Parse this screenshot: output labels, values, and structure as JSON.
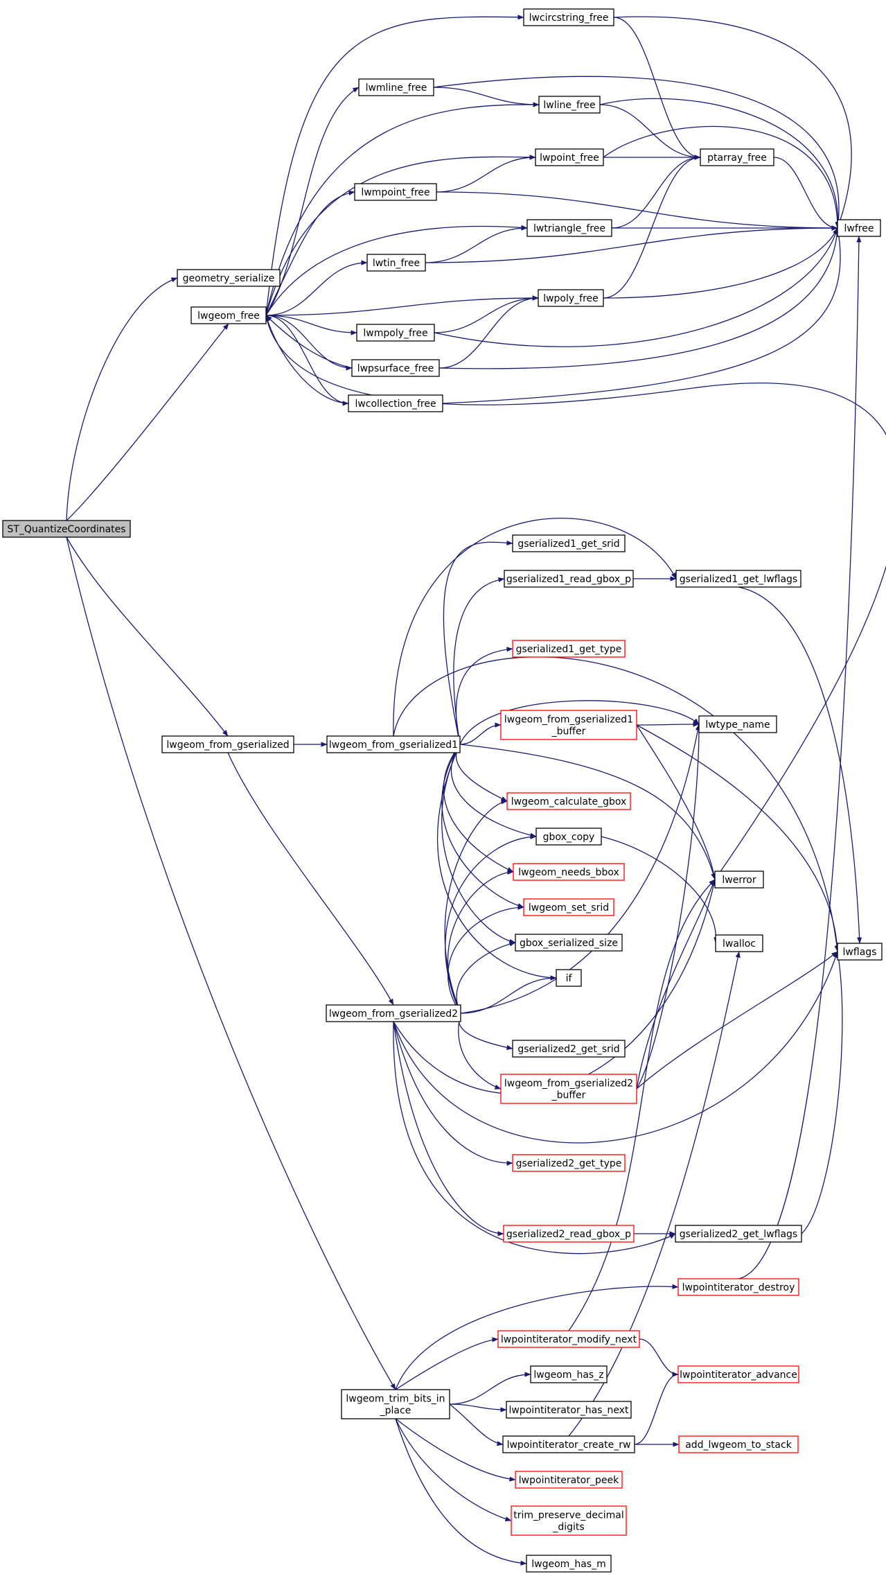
{
  "colors": {
    "edge": "#191970",
    "node_border": "#000000",
    "node_border_incomplete": "#ff0000",
    "root_fill": "#bfbfbf",
    "node_fill": "#ffffff"
  },
  "graph": {
    "nodes": [
      {
        "id": "ST_QuantizeCoordinates",
        "label": "ST_QuantizeCoordinates",
        "root": true
      },
      {
        "id": "geometry_serialize",
        "label": "geometry_serialize"
      },
      {
        "id": "lwgeom_free",
        "label": "lwgeom_free"
      },
      {
        "id": "lwgeom_from_gserialized",
        "label": "lwgeom_from_gserialized"
      },
      {
        "id": "lwgeom_trim_bits_in_place",
        "label": "lwgeom_trim_bits_in\n_place"
      },
      {
        "id": "lwcircstring_free",
        "label": "lwcircstring_free"
      },
      {
        "id": "lwmline_free",
        "label": "lwmline_free"
      },
      {
        "id": "lwline_free",
        "label": "lwline_free"
      },
      {
        "id": "lwpoint_free",
        "label": "lwpoint_free"
      },
      {
        "id": "ptarray_free",
        "label": "ptarray_free"
      },
      {
        "id": "lwmpoint_free",
        "label": "lwmpoint_free"
      },
      {
        "id": "lwtriangle_free",
        "label": "lwtriangle_free"
      },
      {
        "id": "lwfree",
        "label": "lwfree"
      },
      {
        "id": "lwtin_free",
        "label": "lwtin_free"
      },
      {
        "id": "lwpoly_free",
        "label": "lwpoly_free"
      },
      {
        "id": "lwmpoly_free",
        "label": "lwmpoly_free"
      },
      {
        "id": "lwpsurface_free",
        "label": "lwpsurface_free"
      },
      {
        "id": "lwcollection_free",
        "label": "lwcollection_free"
      },
      {
        "id": "gserialized1_get_srid",
        "label": "gserialized1_get_srid"
      },
      {
        "id": "gserialized1_read_gbox_p",
        "label": "gserialized1_read_gbox_p"
      },
      {
        "id": "gserialized1_get_lwflags",
        "label": "gserialized1_get_lwflags"
      },
      {
        "id": "gserialized1_get_type",
        "label": "gserialized1_get_type",
        "incomplete": true
      },
      {
        "id": "lwgeom_from_gserialized1",
        "label": "lwgeom_from_gserialized1"
      },
      {
        "id": "lwgeom_from_gserialized1_buffer",
        "label": "lwgeom_from_gserialized1\n_buffer",
        "incomplete": true
      },
      {
        "id": "lwtype_name",
        "label": "lwtype_name"
      },
      {
        "id": "lwgeom_calculate_gbox",
        "label": "lwgeom_calculate_gbox",
        "incomplete": true
      },
      {
        "id": "gbox_copy",
        "label": "gbox_copy"
      },
      {
        "id": "lwgeom_needs_bbox",
        "label": "lwgeom_needs_bbox",
        "incomplete": true
      },
      {
        "id": "lwerror",
        "label": "lwerror"
      },
      {
        "id": "lwgeom_set_srid",
        "label": "lwgeom_set_srid",
        "incomplete": true
      },
      {
        "id": "lwalloc",
        "label": "lwalloc"
      },
      {
        "id": "lwflags",
        "label": "lwflags"
      },
      {
        "id": "gbox_serialized_size",
        "label": "gbox_serialized_size"
      },
      {
        "id": "if",
        "label": "if"
      },
      {
        "id": "lwgeom_from_gserialized2",
        "label": "lwgeom_from_gserialized2"
      },
      {
        "id": "gserialized2_get_srid",
        "label": "gserialized2_get_srid"
      },
      {
        "id": "lwgeom_from_gserialized2_buffer",
        "label": "lwgeom_from_gserialized2\n_buffer",
        "incomplete": true
      },
      {
        "id": "gserialized2_get_type",
        "label": "gserialized2_get_type",
        "incomplete": true
      },
      {
        "id": "gserialized2_read_gbox_p",
        "label": "gserialized2_read_gbox_p",
        "incomplete": true
      },
      {
        "id": "gserialized2_get_lwflags",
        "label": "gserialized2_get_lwflags"
      },
      {
        "id": "lwpointiterator_destroy",
        "label": "lwpointiterator_destroy",
        "incomplete": true
      },
      {
        "id": "lwpointiterator_modify_next",
        "label": "lwpointiterator_modify_next",
        "incomplete": true
      },
      {
        "id": "lwgeom_has_z",
        "label": "lwgeom_has_z"
      },
      {
        "id": "lwpointiterator_advance",
        "label": "lwpointiterator_advance",
        "incomplete": true
      },
      {
        "id": "lwpointiterator_has_next",
        "label": "lwpointiterator_has_next"
      },
      {
        "id": "lwpointiterator_create_rw",
        "label": "lwpointiterator_create_rw"
      },
      {
        "id": "add_lwgeom_to_stack",
        "label": "add_lwgeom_to_stack",
        "incomplete": true
      },
      {
        "id": "lwpointiterator_peek",
        "label": "lwpointiterator_peek",
        "incomplete": true
      },
      {
        "id": "trim_preserve_decimal_digits",
        "label": "trim_preserve_decimal\n_digits",
        "incomplete": true
      },
      {
        "id": "lwgeom_has_m",
        "label": "lwgeom_has_m"
      }
    ],
    "edges": [
      [
        "ST_QuantizeCoordinates",
        "geometry_serialize"
      ],
      [
        "ST_QuantizeCoordinates",
        "lwgeom_free"
      ],
      [
        "ST_QuantizeCoordinates",
        "lwgeom_from_gserialized"
      ],
      [
        "ST_QuantizeCoordinates",
        "lwgeom_trim_bits_in_place"
      ],
      [
        "lwgeom_free",
        "lwcircstring_free"
      ],
      [
        "lwgeom_free",
        "lwmline_free"
      ],
      [
        "lwgeom_free",
        "lwline_free"
      ],
      [
        "lwgeom_free",
        "lwpoint_free"
      ],
      [
        "lwgeom_free",
        "lwmpoint_free"
      ],
      [
        "lwgeom_free",
        "lwtriangle_free"
      ],
      [
        "lwgeom_free",
        "lwtin_free"
      ],
      [
        "lwgeom_free",
        "lwpoly_free"
      ],
      [
        "lwgeom_free",
        "lwmpoly_free"
      ],
      [
        "lwgeom_free",
        "lwpsurface_free"
      ],
      [
        "lwgeom_free",
        "lwcollection_free"
      ],
      [
        "lwgeom_free",
        "lwerror"
      ],
      [
        "lwcircstring_free",
        "ptarray_free"
      ],
      [
        "lwcircstring_free",
        "lwfree"
      ],
      [
        "lwmline_free",
        "lwline_free"
      ],
      [
        "lwmline_free",
        "lwfree"
      ],
      [
        "lwline_free",
        "ptarray_free"
      ],
      [
        "lwline_free",
        "lwfree"
      ],
      [
        "lwpoint_free",
        "ptarray_free"
      ],
      [
        "lwpoint_free",
        "lwfree"
      ],
      [
        "ptarray_free",
        "lwfree"
      ],
      [
        "lwmpoint_free",
        "lwpoint_free"
      ],
      [
        "lwmpoint_free",
        "lwfree"
      ],
      [
        "lwtriangle_free",
        "ptarray_free"
      ],
      [
        "lwtriangle_free",
        "lwfree"
      ],
      [
        "lwtin_free",
        "lwtriangle_free"
      ],
      [
        "lwtin_free",
        "lwfree"
      ],
      [
        "lwpoly_free",
        "ptarray_free"
      ],
      [
        "lwpoly_free",
        "lwfree"
      ],
      [
        "lwmpoly_free",
        "lwpoly_free"
      ],
      [
        "lwmpoly_free",
        "lwfree"
      ],
      [
        "lwpsurface_free",
        "lwpoly_free"
      ],
      [
        "lwpsurface_free",
        "lwfree"
      ],
      [
        "lwpsurface_free",
        "lwgeom_free"
      ],
      [
        "lwcollection_free",
        "lwfree"
      ],
      [
        "lwcollection_free",
        "lwgeom_free"
      ],
      [
        "lwgeom_from_gserialized",
        "lwgeom_from_gserialized1"
      ],
      [
        "lwgeom_from_gserialized",
        "lwgeom_from_gserialized2"
      ],
      [
        "lwgeom_from_gserialized1",
        "gserialized1_get_srid"
      ],
      [
        "lwgeom_from_gserialized1",
        "gserialized1_read_gbox_p"
      ],
      [
        "lwgeom_from_gserialized1",
        "gserialized1_get_lwflags"
      ],
      [
        "lwgeom_from_gserialized1",
        "gserialized1_get_type"
      ],
      [
        "lwgeom_from_gserialized1",
        "lwgeom_from_gserialized1_buffer"
      ],
      [
        "lwgeom_from_gserialized1",
        "lwtype_name"
      ],
      [
        "lwgeom_from_gserialized1",
        "lwgeom_calculate_gbox"
      ],
      [
        "lwgeom_from_gserialized1",
        "gbox_copy"
      ],
      [
        "lwgeom_from_gserialized1",
        "lwgeom_needs_bbox"
      ],
      [
        "lwgeom_from_gserialized1",
        "lwerror"
      ],
      [
        "lwgeom_from_gserialized1",
        "lwgeom_set_srid"
      ],
      [
        "lwgeom_from_gserialized1",
        "gbox_serialized_size"
      ],
      [
        "lwgeom_from_gserialized1",
        "if"
      ],
      [
        "lwgeom_from_gserialized1",
        "lwflags"
      ],
      [
        "gserialized1_read_gbox_p",
        "gserialized1_get_lwflags"
      ],
      [
        "gserialized1_get_lwflags",
        "lwflags"
      ],
      [
        "lwgeom_from_gserialized1_buffer",
        "lwtype_name"
      ],
      [
        "lwgeom_from_gserialized1_buffer",
        "lwerror"
      ],
      [
        "lwgeom_from_gserialized1_buffer",
        "lwflags"
      ],
      [
        "gbox_copy",
        "lwalloc"
      ],
      [
        "lwgeom_from_gserialized2",
        "lwgeom_calculate_gbox"
      ],
      [
        "lwgeom_from_gserialized2",
        "gbox_copy"
      ],
      [
        "lwgeom_from_gserialized2",
        "lwgeom_needs_bbox"
      ],
      [
        "lwgeom_from_gserialized2",
        "lwgeom_set_srid"
      ],
      [
        "lwgeom_from_gserialized2",
        "gbox_serialized_size"
      ],
      [
        "lwgeom_from_gserialized2",
        "if"
      ],
      [
        "lwgeom_from_gserialized2",
        "lwtype_name"
      ],
      [
        "lwgeom_from_gserialized2",
        "gserialized2_get_srid"
      ],
      [
        "lwgeom_from_gserialized2",
        "lwgeom_from_gserialized2_buffer"
      ],
      [
        "lwgeom_from_gserialized2",
        "lwerror"
      ],
      [
        "lwgeom_from_gserialized2",
        "gserialized2_get_type"
      ],
      [
        "lwgeom_from_gserialized2",
        "lwflags"
      ],
      [
        "lwgeom_from_gserialized2",
        "gserialized2_read_gbox_p"
      ],
      [
        "lwgeom_from_gserialized2",
        "gserialized2_get_lwflags"
      ],
      [
        "lwgeom_from_gserialized2_buffer",
        "lwtype_name"
      ],
      [
        "lwgeom_from_gserialized2_buffer",
        "lwerror"
      ],
      [
        "lwgeom_from_gserialized2_buffer",
        "lwflags"
      ],
      [
        "gserialized2_read_gbox_p",
        "gserialized2_get_lwflags"
      ],
      [
        "gserialized2_get_lwflags",
        "lwflags"
      ],
      [
        "lwgeom_trim_bits_in_place",
        "lwpointiterator_destroy"
      ],
      [
        "lwgeom_trim_bits_in_place",
        "lwpointiterator_modify_next"
      ],
      [
        "lwgeom_trim_bits_in_place",
        "lwgeom_has_z"
      ],
      [
        "lwgeom_trim_bits_in_place",
        "lwpointiterator_has_next"
      ],
      [
        "lwgeom_trim_bits_in_place",
        "lwpointiterator_create_rw"
      ],
      [
        "lwgeom_trim_bits_in_place",
        "lwpointiterator_peek"
      ],
      [
        "lwgeom_trim_bits_in_place",
        "trim_preserve_decimal_digits"
      ],
      [
        "lwgeom_trim_bits_in_place",
        "lwgeom_has_m"
      ],
      [
        "lwpointiterator_destroy",
        "lwfree"
      ],
      [
        "lwpointiterator_modify_next",
        "lwpointiterator_advance"
      ],
      [
        "lwpointiterator_modify_next",
        "lwerror"
      ],
      [
        "lwpointiterator_create_rw",
        "lwpointiterator_advance"
      ],
      [
        "lwpointiterator_create_rw",
        "add_lwgeom_to_stack"
      ],
      [
        "lwpointiterator_create_rw",
        "lwalloc"
      ]
    ]
  }
}
